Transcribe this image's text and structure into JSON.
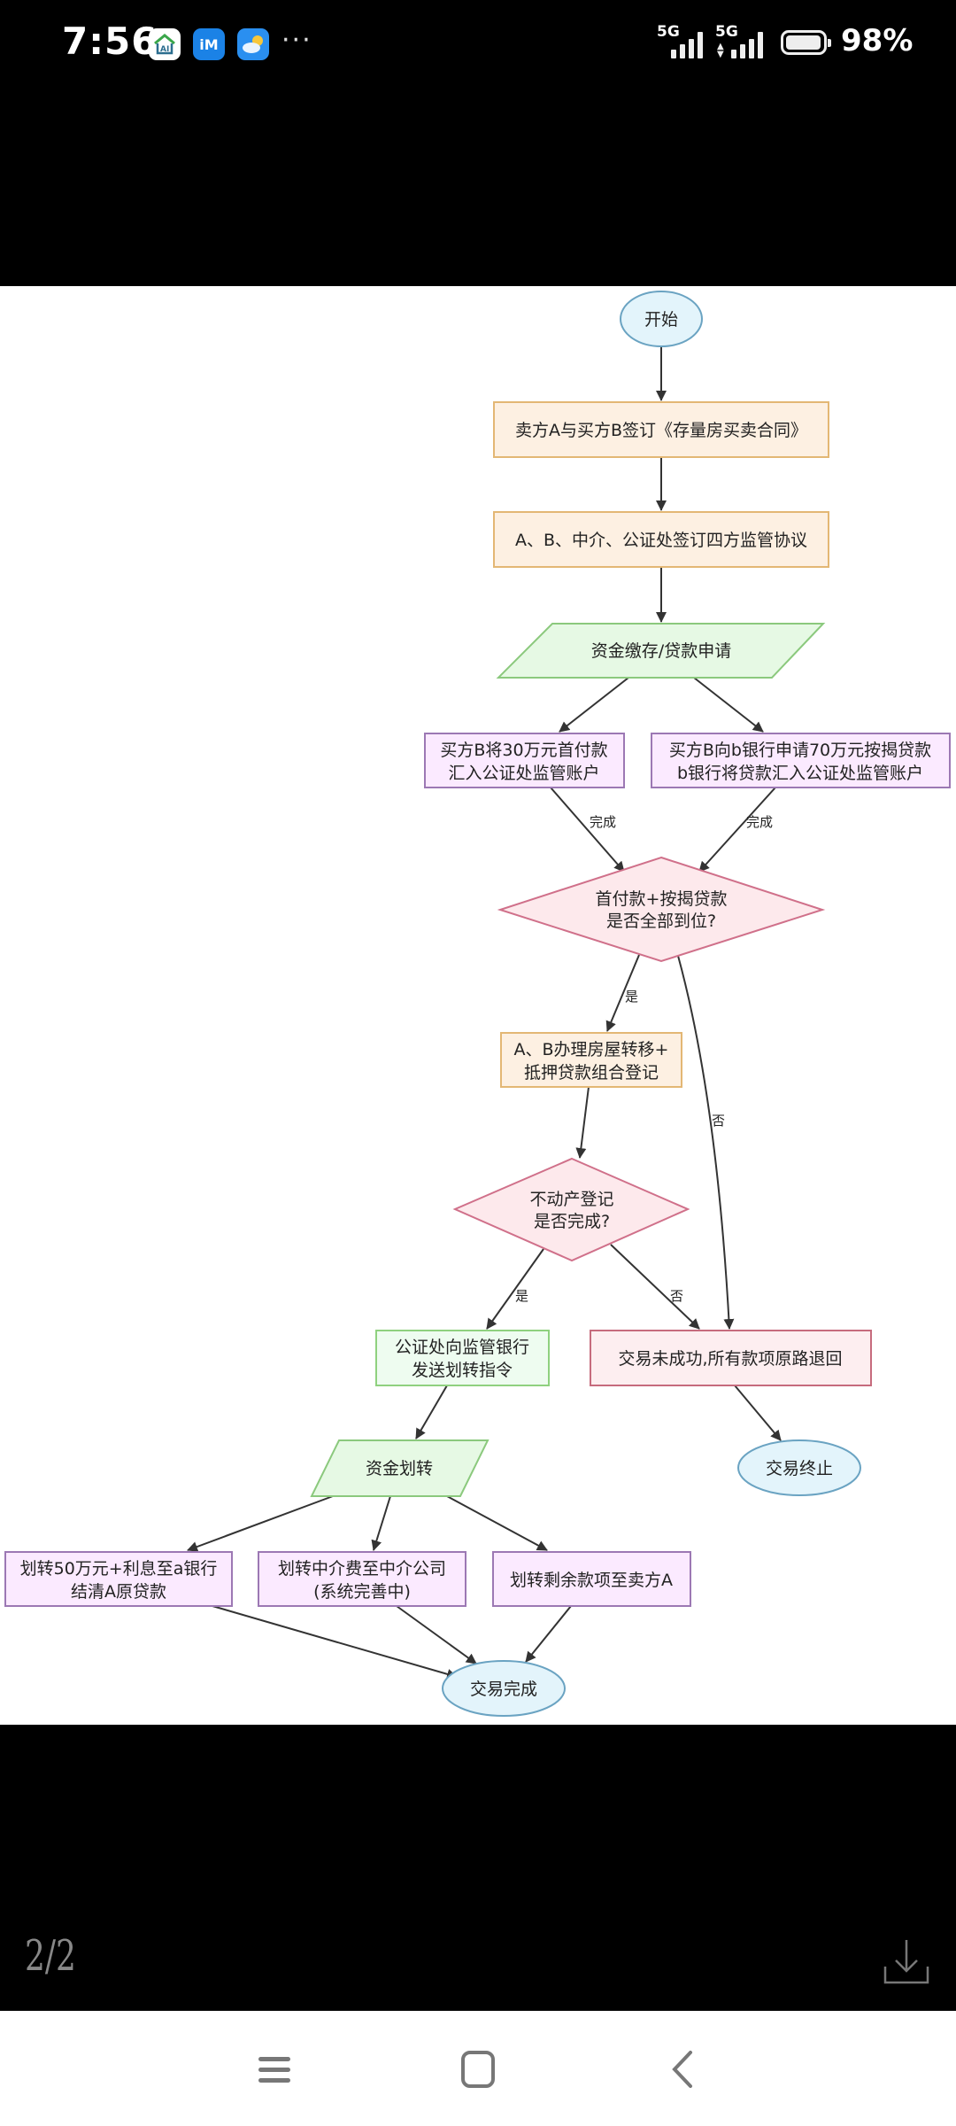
{
  "status_bar": {
    "time": "7:56",
    "app_icons": [
      "ai-home-app-icon",
      "im-app-icon",
      "weather-app-icon"
    ],
    "im_icon_label": "iM",
    "ai_icon_label": "AI",
    "more": "···",
    "signal1_label": "5G",
    "signal2_label": "5G",
    "battery_percent": "98%",
    "battery_level": 0.98
  },
  "flowchart": {
    "colors": {
      "process_fill": "#fdf0e2",
      "process_stroke": "#e3b774",
      "io_fill": "#e6f9e4",
      "io_stroke": "#8bc97d",
      "step_fill": "#fbeaff",
      "step_stroke": "#9c78b4",
      "decision_fill": "#fde9ec",
      "decision_stroke": "#d0708a",
      "fail_fill": "#fdeef0",
      "fail_stroke": "#c66b7d",
      "terminal_fill": "#e3f4fb",
      "terminal_stroke": "#6aa3c2",
      "green_box_fill": "#eefcf0",
      "green_box_stroke": "#8fd17f"
    },
    "nodes": {
      "start": "开始",
      "sign_contract": "卖方A与买方B签订《存量房买卖合同》",
      "sign_agreement": "A、B、中介、公证处签订四方监管协议",
      "funds_deposit": "资金缴存/贷款申请",
      "down_payment_1": "买方B将30万元首付款",
      "down_payment_2": "汇入公证处监管账户",
      "loan_1": "买方B向b银行申请70万元按揭贷款",
      "loan_2": "b银行将贷款汇入公证处监管账户",
      "check_funds_1": "首付款+按揭贷款",
      "check_funds_2": "是否全部到位?",
      "registration_1": "A、B办理房屋转移+",
      "registration_2": "抵押贷款组合登记",
      "check_reg_1": "不动产登记",
      "check_reg_2": "是否完成?",
      "transfer_order_1": "公证处向监管银行",
      "transfer_order_2": "发送划转指令",
      "failed": "交易未成功,所有款项原路退回",
      "fund_transfer": "资金划转",
      "terminated": "交易终止",
      "pay_bank_1": "划转50万元+利息至a银行",
      "pay_bank_2": "结清A原贷款",
      "pay_agent_1": "划转中介费至中介公司",
      "pay_agent_2": "(系统完善中)",
      "pay_seller": "划转剩余款项至卖方A",
      "completed": "交易完成"
    },
    "edge_labels": {
      "done_left": "完成",
      "done_right": "完成",
      "yes_1": "是",
      "no_1": "否",
      "yes_2": "是",
      "no_2": "否"
    }
  },
  "viewer": {
    "page_indicator": "2/2"
  }
}
